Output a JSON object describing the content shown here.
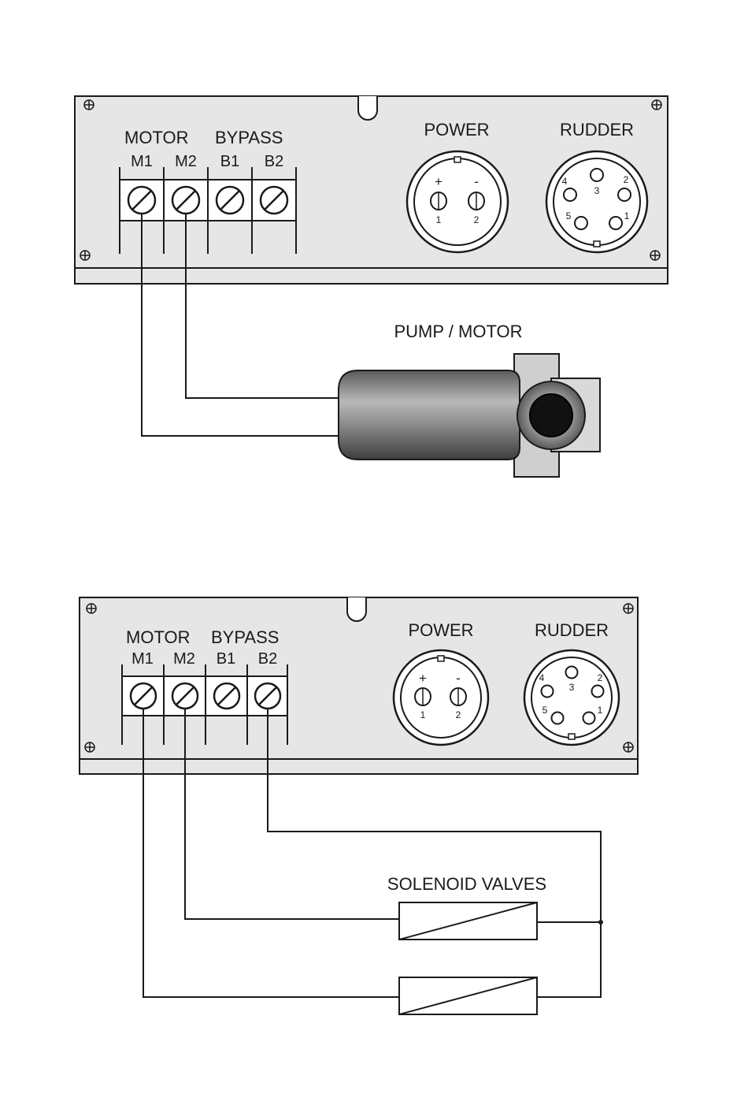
{
  "diagrams": [
    {
      "panel": {
        "motor_label": "MOTOR",
        "bypass_label": "BYPASS",
        "terminals": [
          "M1",
          "M2",
          "B1",
          "B2"
        ],
        "power_label": "POWER",
        "power_signs": [
          "+",
          "-"
        ],
        "power_pins": [
          "1",
          "2"
        ],
        "rudder_label": "RUDDER",
        "rudder_pins": [
          "1",
          "2",
          "3",
          "4",
          "5"
        ]
      },
      "load_label": "PUMP / MOTOR"
    },
    {
      "panel": {
        "motor_label": "MOTOR",
        "bypass_label": "BYPASS",
        "terminals": [
          "M1",
          "M2",
          "B1",
          "B2"
        ],
        "power_label": "POWER",
        "power_signs": [
          "+",
          "-"
        ],
        "power_pins": [
          "1",
          "2"
        ],
        "rudder_label": "RUDDER",
        "rudder_pins": [
          "1",
          "2",
          "3",
          "4",
          "5"
        ]
      },
      "load_label": "SOLENOID VALVES"
    }
  ],
  "colors": {
    "line": "#1a1a1a",
    "panel_fill": "#e6e6e6",
    "motor_body": "#8a8a8a",
    "motor_shaft": "#111111"
  }
}
